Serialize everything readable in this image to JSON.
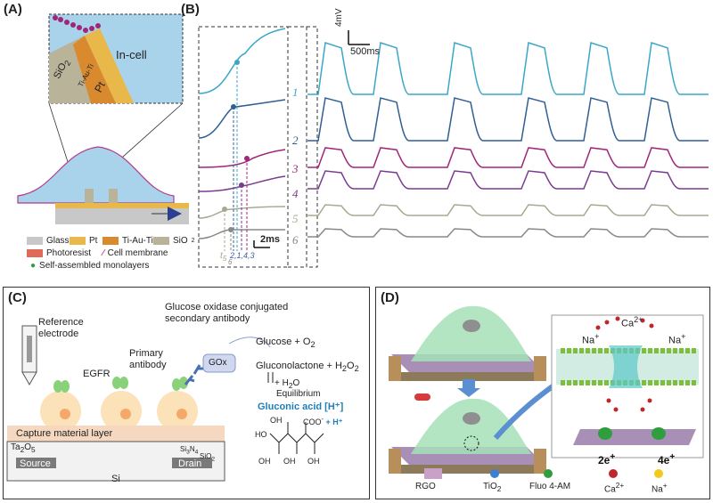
{
  "panelA": {
    "label": "(A)",
    "incell": "In-cell",
    "sio2": "SiO",
    "sio2_sub": "2",
    "tiauti": "Ti-Au-Ti",
    "pt": "Pt",
    "legend": {
      "glass": "Glass",
      "pt": "Pt",
      "tiauti": "Ti-Au-Ti",
      "sio2": "SiO",
      "sio2_sub": "2",
      "photoresist": "Photoresist",
      "membrane": "Cell membrane",
      "sam": "Self-assembled monolayers"
    },
    "colors": {
      "glass": "#c8c8c8",
      "pt": "#e8b84a",
      "tiauti": "#d98a2e",
      "sio2": "#b9b39a",
      "photoresist": "#e06a5a",
      "cell": "#a9d3ea",
      "membrane": "#b23a8e"
    }
  },
  "panelB": {
    "label": "(B)",
    "scale_v": "4mV",
    "scale_t": "500ms",
    "scale_zoom": "2ms",
    "trace_labels": [
      "1",
      "2",
      "3",
      "4",
      "5",
      "6"
    ],
    "arrow_labels": {
      "t5": "t",
      "t5sub": "5",
      "t6": "6",
      "group": "2,1,4,3"
    },
    "trace_colors": [
      "#3aa7c9",
      "#2f5f93",
      "#a0267a",
      "#7a3a8e",
      "#a8a890",
      "#888888"
    ]
  },
  "panelC": {
    "label": "(C)",
    "reference": "Reference\nelectrode",
    "gox_title": "Glucose oxidase conjugated\nsecondary antibody",
    "primary": "Primary\nantibody",
    "egfr": "EGFR",
    "gox": "GOx",
    "reaction1": "Glucose + O",
    "reaction1_sub": "2",
    "reaction2": "Gluconolactone + H",
    "reaction2_sub": "2",
    "reaction2_end": "O",
    "reaction2_sub2": "2",
    "reaction3": "+ H",
    "reaction3_sub": "2",
    "reaction3_end": "O",
    "equilibrium": "Equilibrium",
    "gluconic": "Gluconic acid [H⁺]",
    "capture": "Capture material layer",
    "ta2o5": "Ta",
    "ta2o5_sub1": "2",
    "ta2o5_mid": "O",
    "ta2o5_sub2": "5",
    "si3n4": "Si",
    "si3n4_sub1": "3",
    "si3n4_mid": "N",
    "si3n4_sub2": "4",
    "sio2": "SiO",
    "sio2_sub": "2",
    "source": "Source",
    "drain": "Drain",
    "si": "Si",
    "mol_oh": "OH",
    "mol_ho": "HO",
    "mol_coo": "COO",
    "mol_coo_sup": "-",
    "mol_h": " + H⁺"
  },
  "panelD": {
    "label": "(D)",
    "na_left": "Na",
    "na_right": "Na",
    "ca": "Ca",
    "ca_sup": "2+",
    "plus": "+",
    "e2": "2e",
    "e4": "4e",
    "legend": {
      "rgo": "RGO",
      "tio2": "TiO",
      "tio2_sub": "2",
      "fluo": "Fluo 4-AM",
      "ca": "Ca",
      "ca_sup": "2+",
      "na": "Na",
      "na_sup": "+"
    },
    "colors": {
      "tio2": "#3f7fd1",
      "fluo": "#2f9e3f",
      "ca": "#c0262a",
      "na": "#f2c91e",
      "rgo": "#c8a0c8"
    }
  }
}
